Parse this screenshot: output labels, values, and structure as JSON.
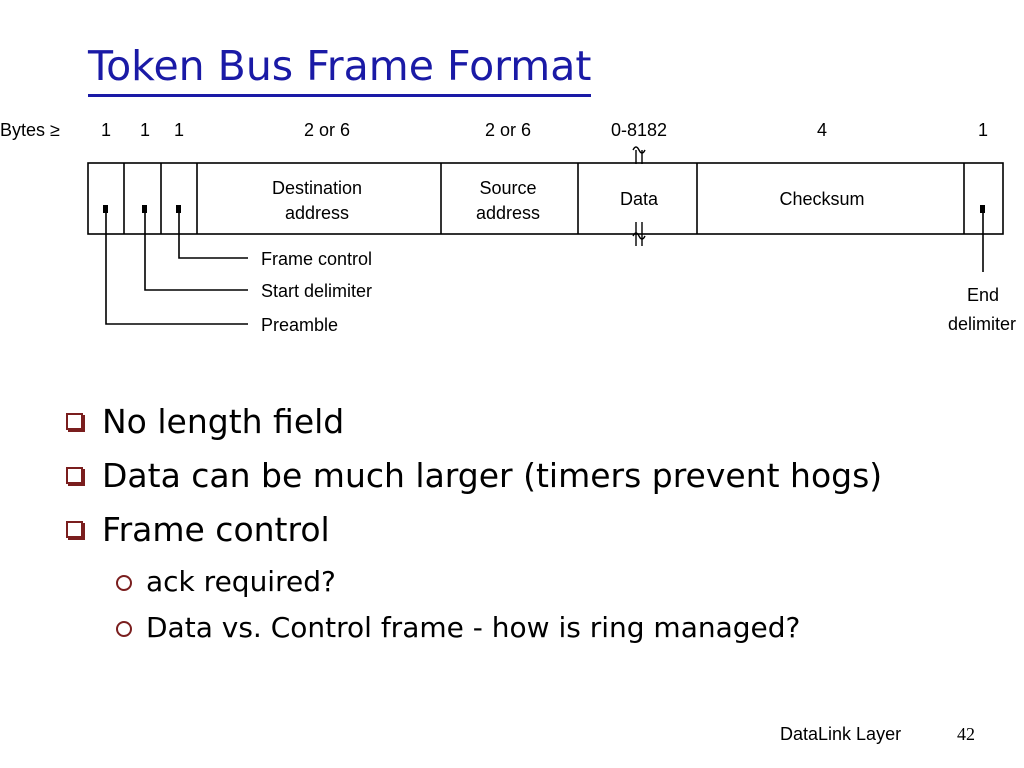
{
  "slide": {
    "title": "Token Bus Frame Format",
    "footer_label": "DataLink Layer",
    "page_number": "42"
  },
  "diagram": {
    "bytes_label": "Bytes ≥",
    "byte_counts": [
      "1",
      "1",
      "1",
      "2 or 6",
      "2 or 6",
      "0-8182",
      "4",
      "1"
    ],
    "fields": {
      "destination_address": [
        "Destination",
        "address"
      ],
      "source_address": [
        "Source",
        "address"
      ],
      "data": "Data",
      "checksum": "Checksum"
    },
    "callouts": {
      "frame_control": "Frame control",
      "start_delimiter": "Start delimiter",
      "preamble": "Preamble",
      "end_delimiter": [
        "End",
        "delimiter"
      ]
    }
  },
  "bullets": [
    {
      "text": "No length field"
    },
    {
      "text": "Data can be much larger (timers prevent hogs)"
    },
    {
      "text": "Frame control"
    }
  ],
  "sub_bullets": [
    {
      "text": "ack required?"
    },
    {
      "text": "Data vs. Control frame - how is ring managed?"
    }
  ]
}
